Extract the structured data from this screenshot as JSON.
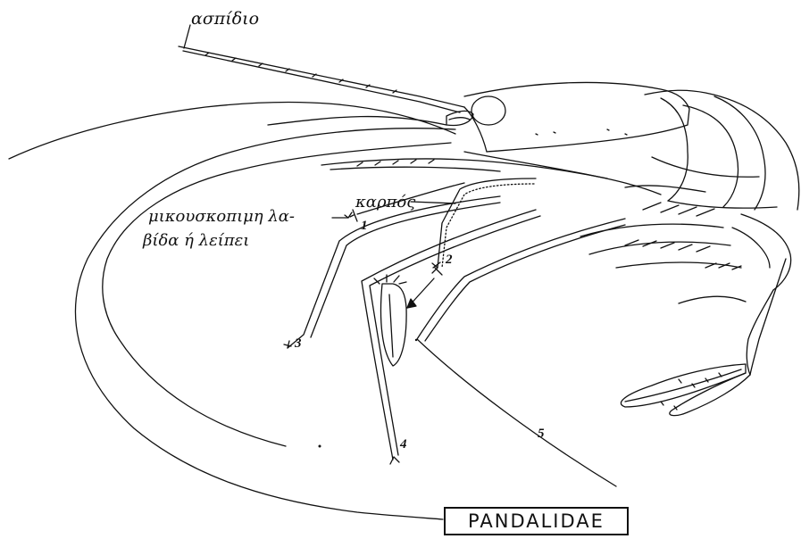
{
  "title": "PANDALIDAE",
  "labels": {
    "aspidio": "ασπίδιο",
    "karpos": "καρπός",
    "micro_line1": "μικουσκοπιμη λα-",
    "micro_line2": "βίδα ή λείπει"
  },
  "leg_numbers": [
    "1",
    "2",
    "3",
    "4",
    "5"
  ],
  "colors": {
    "ink": "#111111",
    "background": "#ffffff"
  }
}
